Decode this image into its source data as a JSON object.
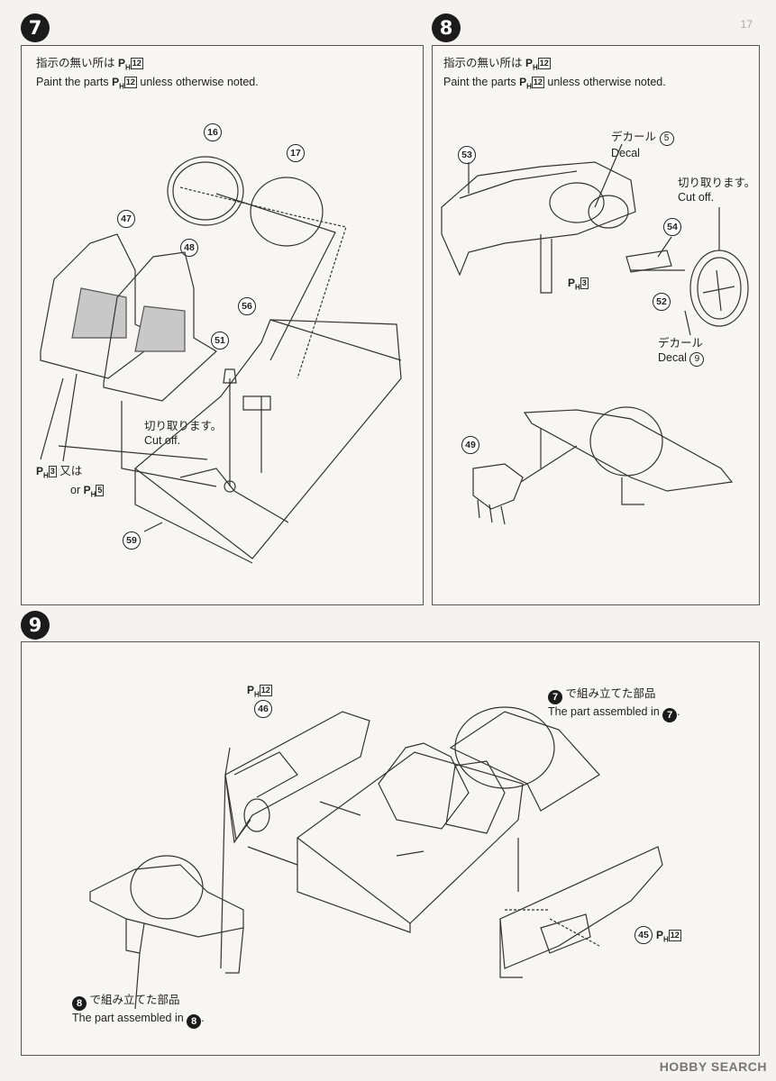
{
  "page_mark": "17",
  "steps": {
    "s7": {
      "badge": "7",
      "note_jp": "指示の無い所は",
      "note_en_pre": "Paint the parts",
      "note_en_post": "unless otherwise noted.",
      "paint_letter": "P",
      "paint_sub": "H",
      "paint_code": "12",
      "parts": [
        "16",
        "17",
        "47",
        "48",
        "56",
        "51",
        "59"
      ],
      "cut_off_jp": "切り取ります。",
      "cut_off_en": "Cut off.",
      "alt_paint_a": "3",
      "alt_paint_b": "5",
      "alt_jp": "又は",
      "alt_en": "or"
    },
    "s8": {
      "badge": "8",
      "note_jp": "指示の無い所は",
      "note_en_pre": "Paint the parts",
      "note_en_post": "unless otherwise noted.",
      "paint_code": "12",
      "parts": [
        "53",
        "54",
        "52",
        "49"
      ],
      "decal_jp": "デカール",
      "decal_en": "Decal",
      "decal_num_1": "5",
      "decal_num_2": "9",
      "cut_off_jp": "切り取ります。",
      "cut_off_en": "Cut off.",
      "dash_paint": "3"
    },
    "s9": {
      "badge": "9",
      "paint_code": "12",
      "parts": [
        "46",
        "45"
      ],
      "assembled_jp": "で組み立てた部品",
      "assembled_en": "The part assembled in",
      "ref_7": "7",
      "ref_8": "8"
    }
  },
  "watermark": "HOBBY SEARCH"
}
